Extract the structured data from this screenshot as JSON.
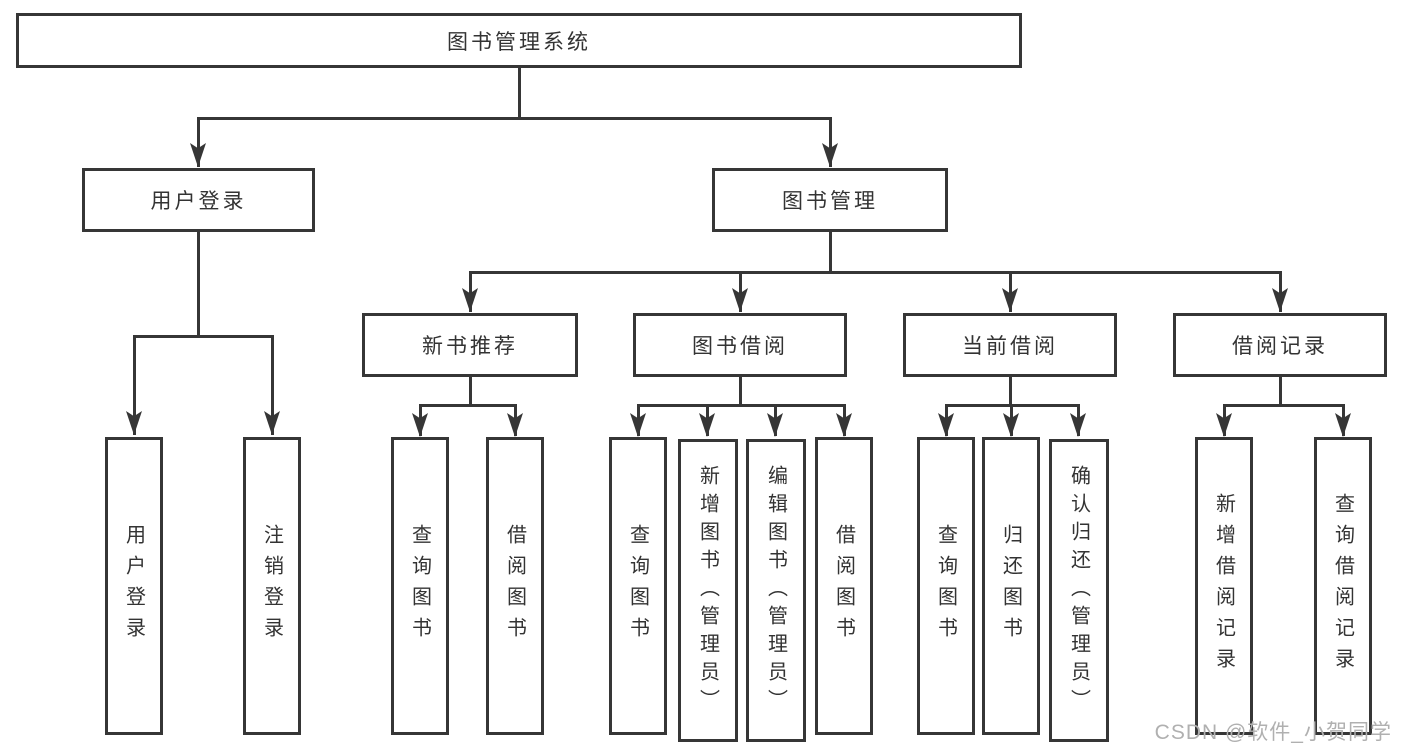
{
  "diagram": {
    "title": "图书管理系统",
    "nodes": {
      "root": "图书管理系统",
      "user_login": "用户登录",
      "book_mgmt": "图书管理",
      "new_books": "新书推荐",
      "borrowing": "图书借阅",
      "current": "当前借阅",
      "records": "借阅记录"
    },
    "leaves": {
      "user_login": [
        "用户登录",
        "注销登录"
      ],
      "new_books": [
        "查询图书",
        "借阅图书"
      ],
      "borrowing": [
        "查询图书",
        "新增图书（管理员）",
        "编辑图书（管理员）",
        "借阅图书"
      ],
      "current": [
        "查询图书",
        "归还图书",
        "确认归还（管理员）"
      ],
      "records": [
        "新增借阅记录",
        "查询借阅记录"
      ]
    }
  },
  "watermark": "CSDN @软件_小贺同学",
  "colors": {
    "line": "#363636",
    "text": "#333333",
    "watermark": "#b0b0b0",
    "background": "#ffffff"
  }
}
